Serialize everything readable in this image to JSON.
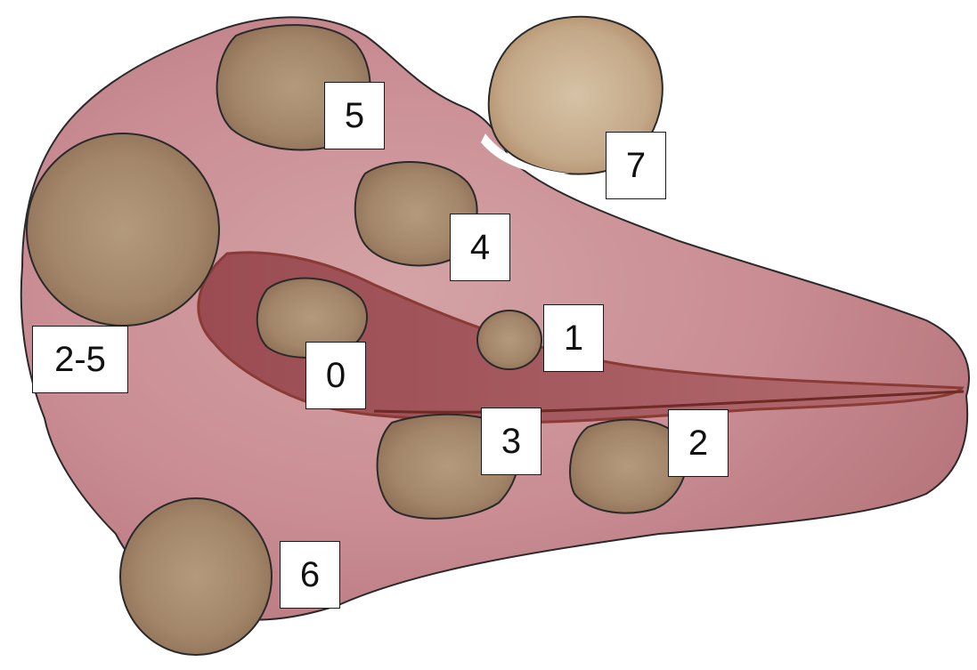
{
  "colors": {
    "background": "#ffffff",
    "body_fill": "#c98d93",
    "body_dark": "#b06d73",
    "groove_fill": "#a3565c",
    "groove_edge": "#8a3b35",
    "nodule_fill": "#a6896a",
    "nodule_light": "#b9a083",
    "nodule_pale": "#c8b193",
    "outline": "#2a2a2a",
    "label_border": "#1a1a1a"
  },
  "labels": {
    "label_0": "0",
    "label_1": "1",
    "label_2": "2",
    "label_3": "3",
    "label_4": "4",
    "label_5": "5",
    "label_6": "6",
    "label_7": "7",
    "label_2_5": "2-5"
  }
}
